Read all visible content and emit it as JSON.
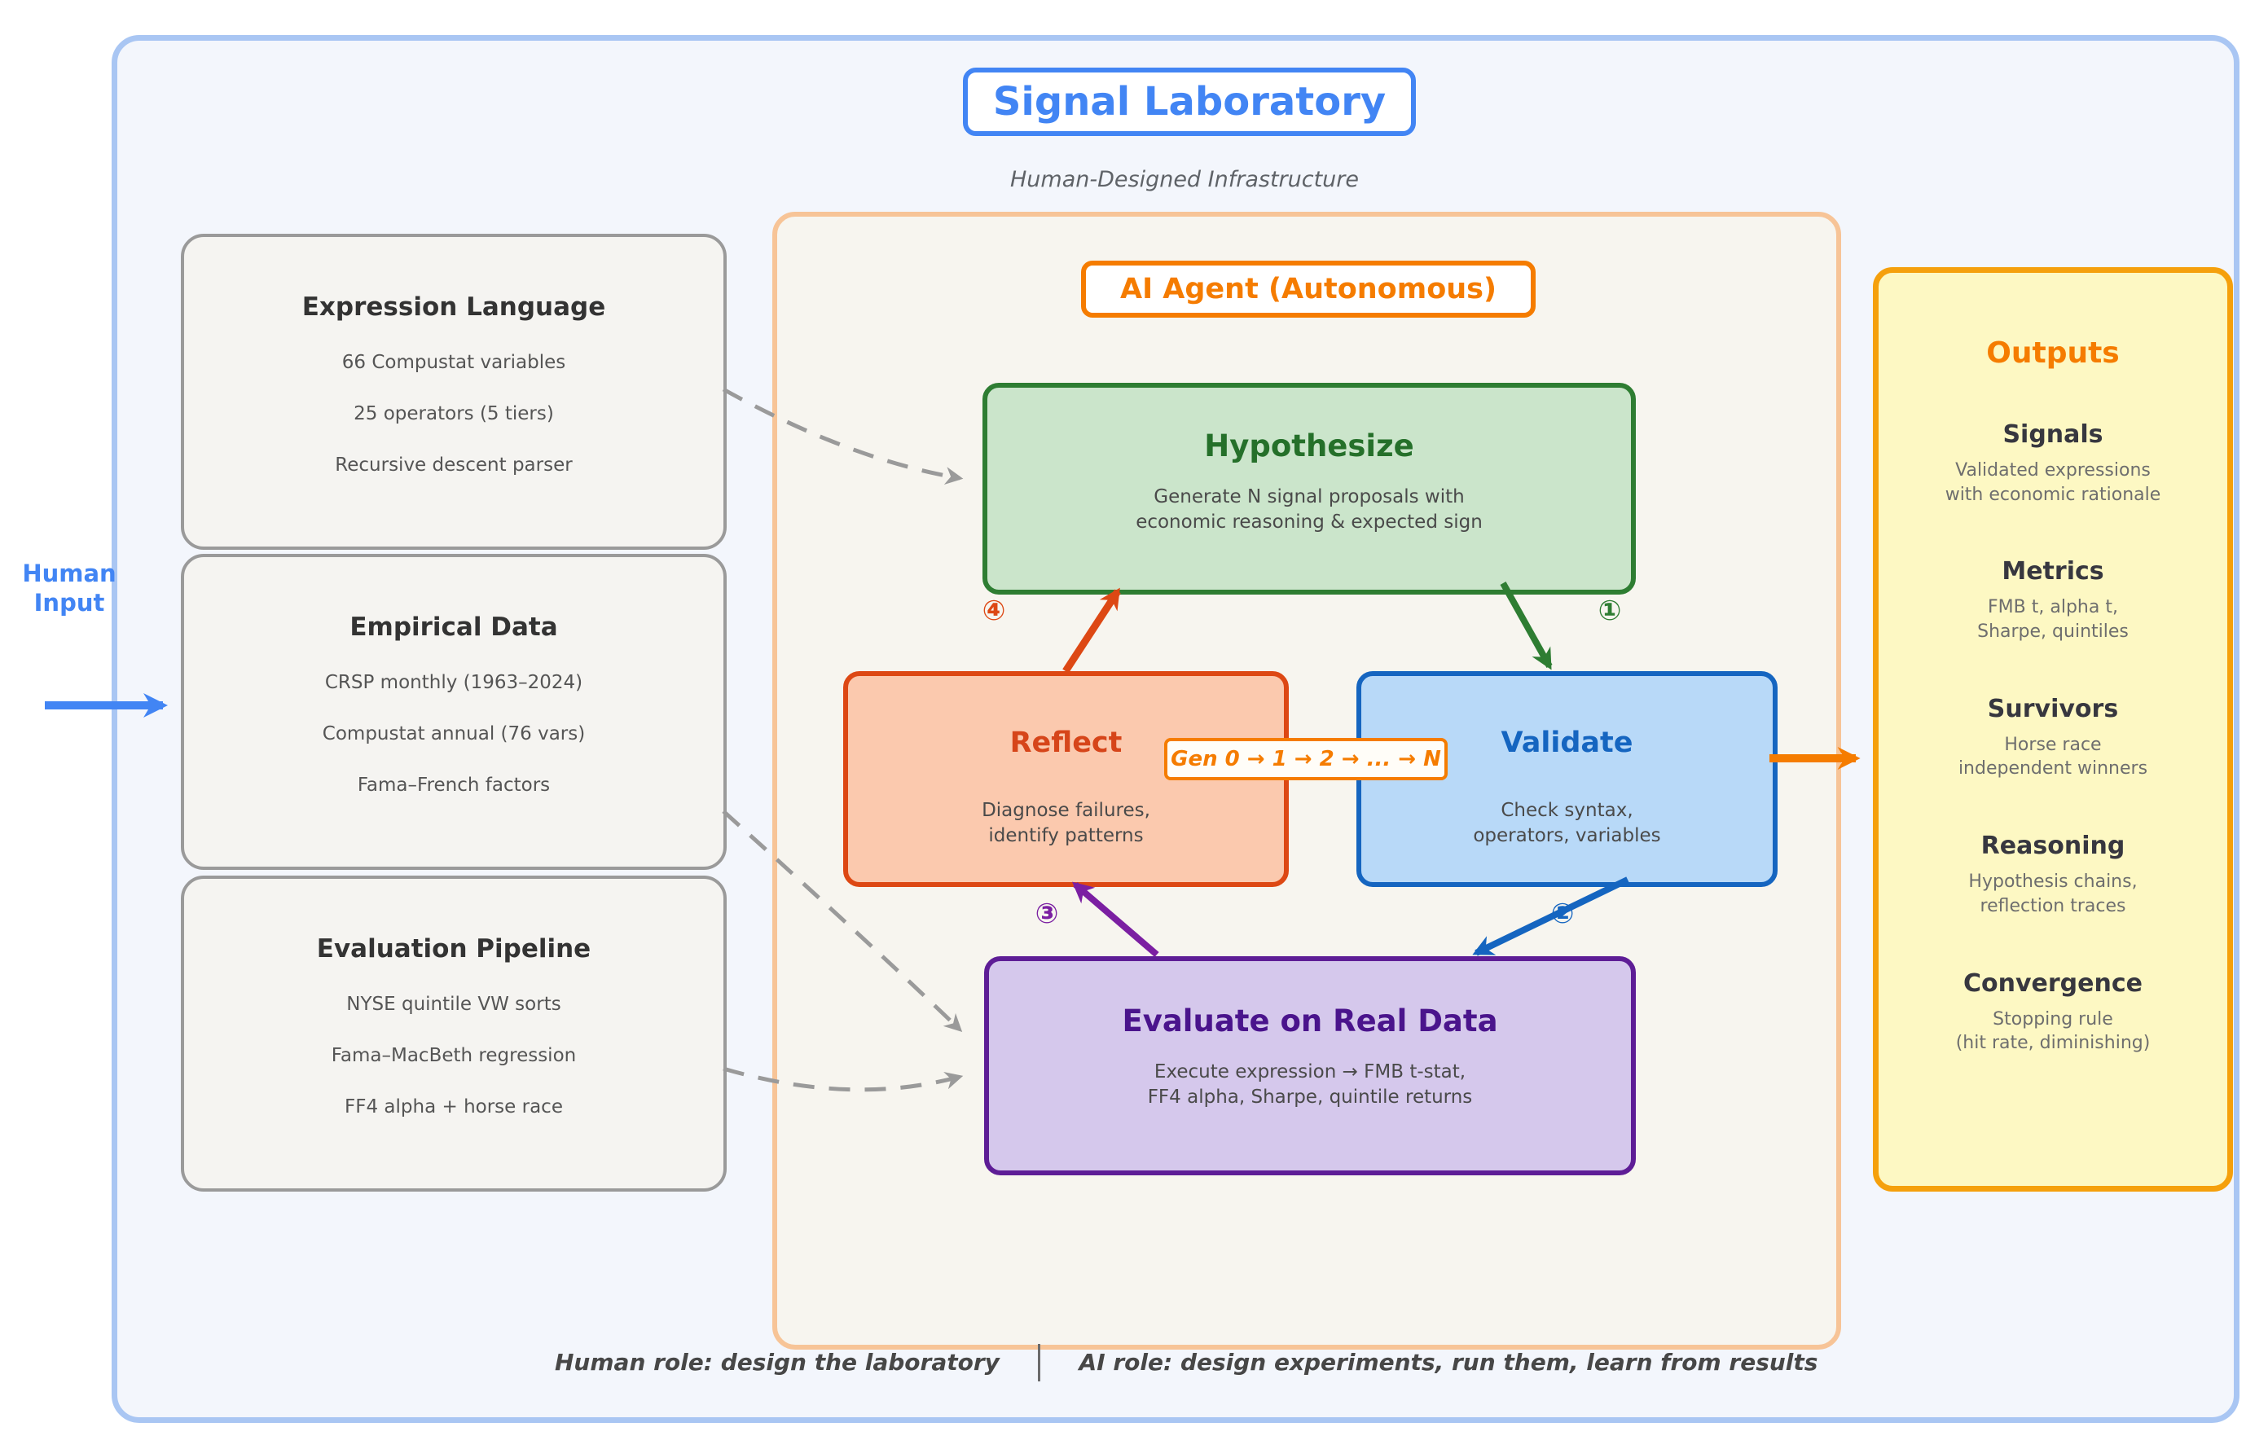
{
  "page": {
    "title": "Signal Laboratory",
    "subtitle": "Human-Designed Infrastructure"
  },
  "human_input": {
    "label": "Human\nInput"
  },
  "left_boxes": [
    {
      "title": "Expression Language",
      "items": [
        "66 Compustat variables",
        "25 operators (5 tiers)",
        "Recursive descent parser"
      ]
    },
    {
      "title": "Empirical Data",
      "items": [
        "CRSP monthly (1963–2024)",
        "Compustat annual (76 vars)",
        "Fama–French factors"
      ]
    },
    {
      "title": "Evaluation Pipeline",
      "items": [
        "NYSE quintile VW sorts",
        "Fama–MacBeth regression",
        "FF4 alpha + horse race"
      ]
    }
  ],
  "agent": {
    "title": "AI Agent (Autonomous)",
    "gen_label": "Gen 0 → 1 → 2 → ... → N",
    "nodes": {
      "hypothesize": {
        "title": "Hypothesize",
        "body": "Generate N signal proposals with\neconomic reasoning & expected sign"
      },
      "validate": {
        "title": "Validate",
        "body": "Check syntax,\noperators, variables"
      },
      "evaluate": {
        "title": "Evaluate on Real Data",
        "body": "Execute expression → FMB t-stat,\nFF4 alpha, Sharpe, quintile returns"
      },
      "reflect": {
        "title": "Reflect",
        "body": "Diagnose failures,\nidentify patterns"
      }
    },
    "markers": {
      "step1": "①",
      "step2": "②",
      "step3": "③",
      "step4": "④"
    }
  },
  "outputs": {
    "title": "Outputs",
    "sections": [
      {
        "title": "Signals",
        "body": "Validated expressions\nwith economic rationale"
      },
      {
        "title": "Metrics",
        "body": "FMB t, alpha t,\nSharpe, quintiles"
      },
      {
        "title": "Survivors",
        "body": "Horse race\nindependent winners"
      },
      {
        "title": "Reasoning",
        "body": "Hypothesis chains,\nreflection traces"
      },
      {
        "title": "Convergence",
        "body": "Stopping rule\n(hit rate, diminishing)"
      }
    ]
  },
  "footer": {
    "human_role": "Human role: design the laboratory",
    "ai_role": "AI role: design experiments, run them, learn from results"
  },
  "colors": {
    "accent_blue": "#4285f4",
    "container_border_blue": "#a9c6f3",
    "agent_border_orange": "#f7c497",
    "orange": "#f57c00",
    "green": "#2e7d32",
    "red": "#dd4814",
    "dark_blue": "#1565c0",
    "purple": "#5e1d96",
    "outputs_border": "#f5a00c",
    "gray_dashed": "#9a9a9a"
  }
}
